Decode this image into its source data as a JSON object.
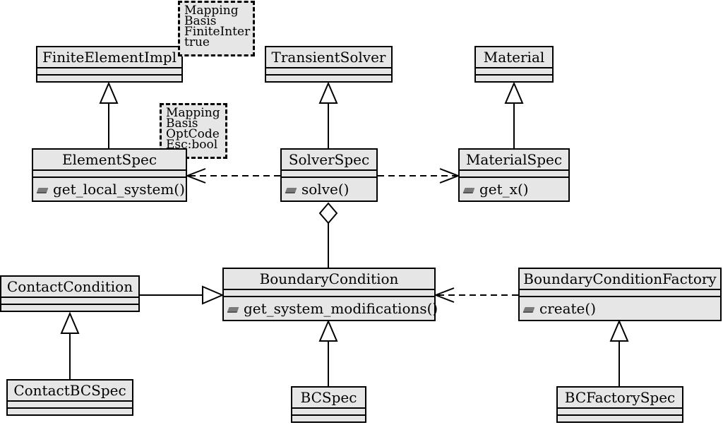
{
  "classes": {
    "finite_element_impl": {
      "name": "FiniteElementImpl"
    },
    "transient_solver": {
      "name": "TransientSolver"
    },
    "material": {
      "name": "Material"
    },
    "element_spec": {
      "name": "ElementSpec",
      "operation": "get_local_system()"
    },
    "solver_spec": {
      "name": "SolverSpec",
      "operation": "solve()"
    },
    "material_spec": {
      "name": "MaterialSpec",
      "operation": "get_x()"
    },
    "contact_condition": {
      "name": "ContactCondition"
    },
    "boundary_condition": {
      "name": "BoundaryCondition",
      "operation": "get_system_modifications()"
    },
    "boundary_condition_factory": {
      "name": "BoundaryConditionFactory",
      "operation": "create()"
    },
    "contact_bc_spec": {
      "name": "ContactBCSpec"
    },
    "bc_spec": {
      "name": "BCSpec"
    },
    "bc_factory_spec": {
      "name": "BCFactorySpec"
    }
  },
  "template_params": {
    "finite_element_impl": [
      "Mapping",
      "Basis",
      "FiniteInter",
      "true"
    ],
    "element_spec": [
      "Mapping",
      "Basis",
      "OptCode",
      "Esc:bool"
    ]
  },
  "icons": {
    "operation": "operation-icon"
  }
}
